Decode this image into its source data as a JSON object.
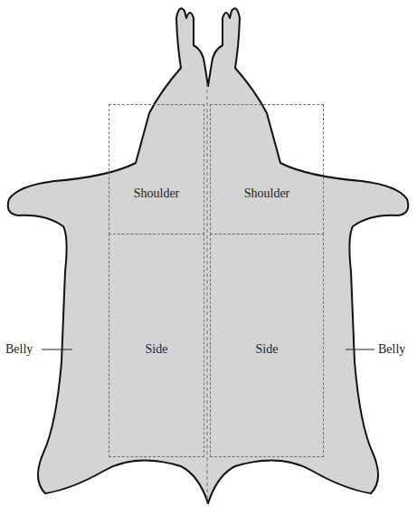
{
  "diagram": {
    "nodes": [
      {
        "text": [
          "Shoulder"
        ]
      },
      {
        "text": [
          "Shoulder"
        ]
      },
      {
        "text": [
          "Side"
        ]
      },
      {
        "text": [
          "Side"
        ]
      }
    ],
    "labels": [
      "Belly",
      "Belly"
    ]
  }
}
